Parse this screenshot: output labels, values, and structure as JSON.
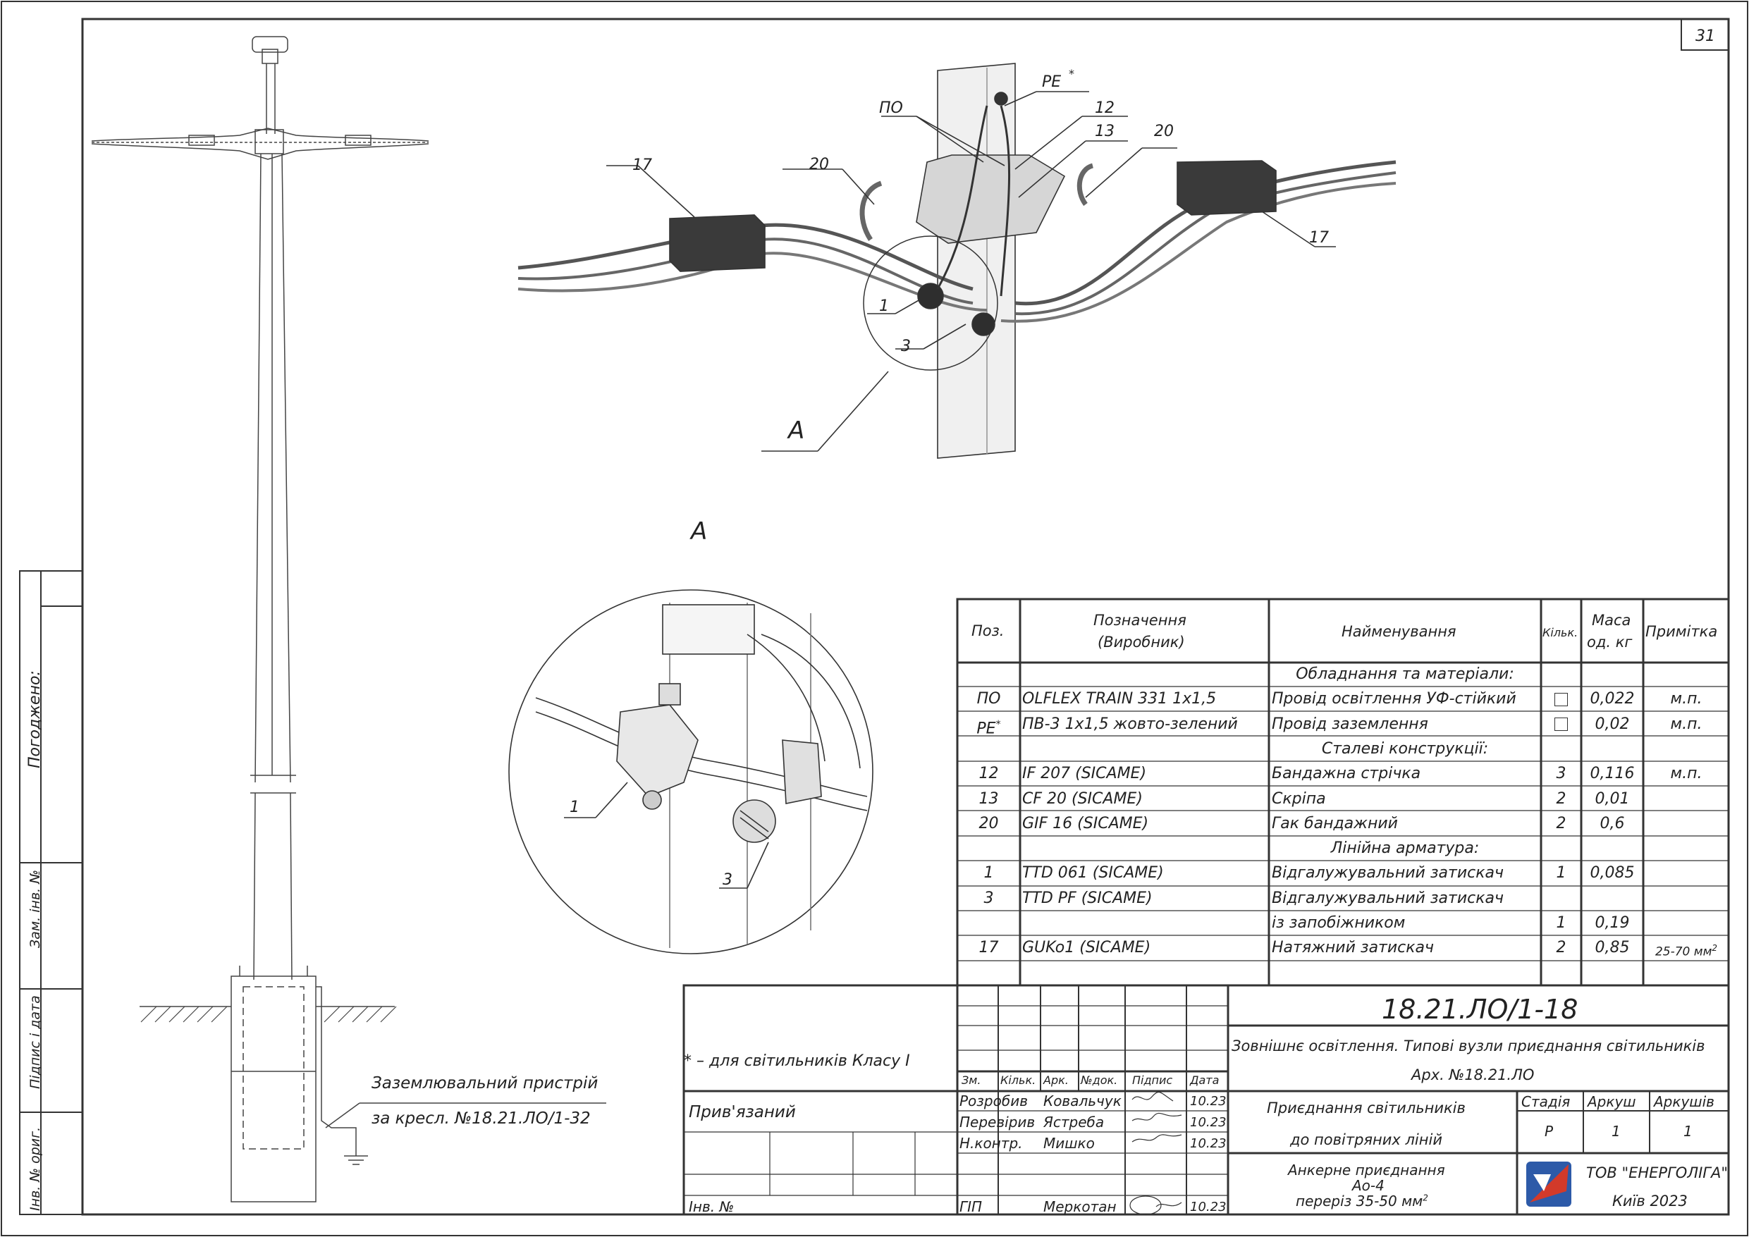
{
  "sheet_number": "31",
  "view_labels": {
    "callout": "А",
    "detail": "А"
  },
  "callouts": {
    "po": "ПО",
    "pe": "PE",
    "pe_star": "*",
    "n12": "12",
    "n13": "13",
    "n20_left": "20",
    "n20_right": "20",
    "n17_left": "17",
    "n17_right": "17",
    "n1": "1",
    "n3": "3",
    "detail_1": "1",
    "detail_3": "3"
  },
  "grounding_note": {
    "line1": "Заземлювальний пристрій",
    "line2": "за кресл. №18.21.ЛО/1-32"
  },
  "footnote": "* – для світильників Класу І",
  "left_strip": {
    "agreed": "Погоджено:",
    "inv_replace": "Зам. інв. №",
    "sign_date": "Підпис і дата",
    "inv_orig": "Інв. № ориг."
  },
  "spec": {
    "headers": {
      "pos": "Поз.",
      "designation_l1": "Позначення",
      "designation_l2": "(Виробник)",
      "name": "Найменування",
      "qty": "Кільк.",
      "mass_l1": "Маса",
      "mass_l2": "од. кг",
      "note": "Примітка"
    },
    "rows": [
      {
        "section": "Обладнання та матеріали:"
      },
      {
        "pos": "ПО",
        "designation": "OLFLEX TRAIN 331 1х1,5",
        "name": "Провід освітлення УФ-стійкий",
        "qty_box": true,
        "mass": "0,022",
        "note": "м.п."
      },
      {
        "pos": "PE",
        "pos_sup": "*",
        "designation": "ПВ-3 1х1,5 жовто-зелений",
        "name": "Провід заземлення",
        "qty_box": true,
        "mass": "0,02",
        "note": "м.п."
      },
      {
        "section": "Сталеві конструкції:"
      },
      {
        "pos": "12",
        "designation": "IF 207  (SICAME)",
        "name": "Бандажна стрічка",
        "qty": "3",
        "mass": "0,116",
        "note": "м.п."
      },
      {
        "pos": "13",
        "designation": "CF 20  (SICAME)",
        "name": "Скріпа",
        "qty": "2",
        "mass": "0,01",
        "note": ""
      },
      {
        "pos": "20",
        "designation": "GIF 16  (SICAME)",
        "name": "Гак бандажний",
        "qty": "2",
        "mass": "0,6",
        "note": ""
      },
      {
        "section": "Лінійна арматура:"
      },
      {
        "pos": "1",
        "designation": "TTD 061  (SICAME)",
        "name": "Відгалужувальний затискач",
        "qty": "1",
        "mass": "0,085",
        "note": ""
      },
      {
        "pos": "3",
        "designation": "TTD PF  (SICAME)",
        "name": "Відгалужувальний затискач",
        "qty": "",
        "mass": "",
        "note": ""
      },
      {
        "pos": "",
        "designation": "",
        "name": "із запобіжником",
        "qty": "1",
        "mass": "0,19",
        "note": ""
      },
      {
        "pos": "17",
        "designation": "GUKo1  (SICAME)",
        "name": "Натяжний затискач",
        "qty": "2",
        "mass": "0,85",
        "note": "25-70 мм",
        "note_sup": "2"
      }
    ]
  },
  "title_block": {
    "doc_code": "18.21.ЛО/1-18",
    "project_title": "Зовнішнє освітлення. Типові вузли приєднання світильників",
    "archive": "Арх. №18.21.ЛО",
    "header_cols": [
      "Зм.",
      "Кільк.",
      "Арк.",
      "№док.",
      "Підпис",
      "Дата"
    ],
    "people": [
      {
        "role": "Розробив",
        "name": "Ковальчук",
        "date": "10.23"
      },
      {
        "role": "Перевірив",
        "name": "Ястреба",
        "date": "10.23"
      },
      {
        "role": "Н.контр.",
        "name": "Мишко",
        "date": "10.23"
      },
      {
        "role": "ГІП",
        "name": "Меркотан",
        "date": "10.23"
      }
    ],
    "linked": "Прив'язаний",
    "inv_no": "Інв. №",
    "sheet_name_l1": "Приєднання світильників",
    "sheet_name_l2": "до повітряних ліній",
    "drawing_l1": "Анкерне приєднання",
    "drawing_l2": "Ао-4",
    "drawing_l3": "переріз 35-50 мм",
    "drawing_l3_sup": "2",
    "stage_label": "Стадія",
    "sheet_label": "Аркуш",
    "sheets_label": "Аркушів",
    "stage": "Р",
    "sheet": "1",
    "sheets": "1",
    "company": "ТОВ \"ЕНЕРГОЛІГА\"",
    "city_year": "Київ 2023",
    "colors": {
      "logo_blue": "#2d5aa8",
      "logo_red": "#d23a2a"
    }
  }
}
